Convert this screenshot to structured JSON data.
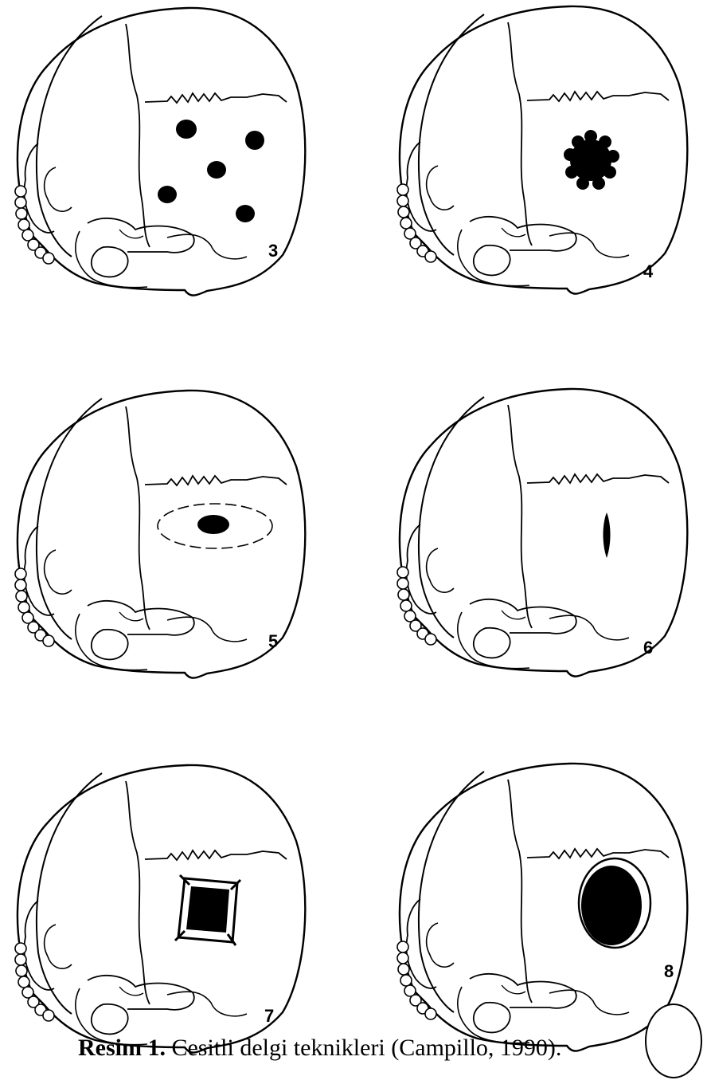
{
  "figure": {
    "panels": [
      {
        "number": "3",
        "technique": "multiple-drill-holes"
      },
      {
        "number": "4",
        "technique": "bored-and-cut"
      },
      {
        "number": "5",
        "technique": "scraping"
      },
      {
        "number": "6",
        "technique": "linear-incision"
      },
      {
        "number": "7",
        "technique": "rectangular-incision"
      },
      {
        "number": "8",
        "technique": "round-opening"
      }
    ]
  },
  "caption": {
    "label": "Resim 1.",
    "text": " Cesitli delgi teknikleri (Campillo, 1990)."
  },
  "colors": {
    "ink": "#000000",
    "paper": "#ffffff"
  }
}
